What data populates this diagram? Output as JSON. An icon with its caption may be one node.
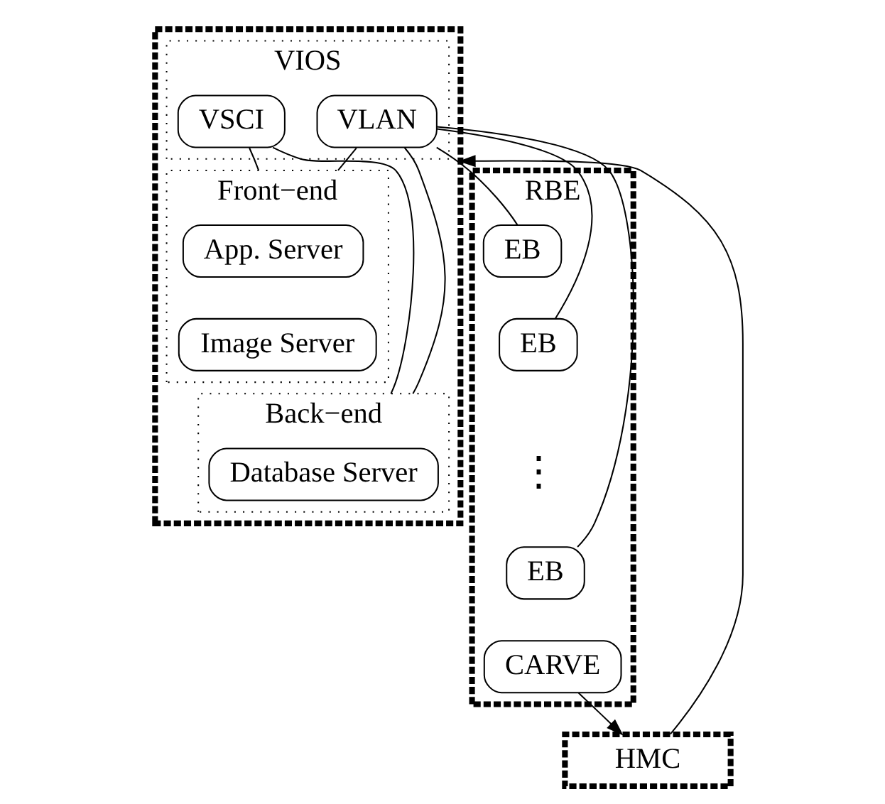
{
  "diagram": {
    "nodes": [
      {
        "text": [],
        "shape": "box"
      },
      {
        "text": [
          "VIOS"
        ],
        "in": 0
      },
      {
        "text": [
          "VSCI"
        ],
        "in": 1
      },
      {
        "text": [
          "VLAN"
        ],
        "in": 1
      },
      {
        "text": [
          "Front−end"
        ],
        "in": 0
      },
      {
        "text": [
          "App. Server"
        ],
        "in": 4
      },
      {
        "text": [
          "Image Server"
        ],
        "in": 4
      },
      {
        "text": [
          "Back−end"
        ],
        "in": 0
      },
      {
        "text": [
          "Database Server"
        ],
        "in": 7
      },
      {
        "text": [
          "RBE"
        ]
      },
      {
        "text": [
          "EB"
        ],
        "in": 9
      },
      {
        "text": [
          "EB"
        ],
        "in": 9
      },
      {
        "text": [
          "EB"
        ],
        "in": 9
      },
      {
        "text": [
          "CARVE"
        ],
        "in": 9
      },
      {
        "text": [
          "HMC"
        ]
      }
    ],
    "edges": [
      {
        "from": 2,
        "to": 4,
        "arrow": "none"
      },
      {
        "from": 2,
        "to": 7,
        "arrow": "none"
      },
      {
        "from": 3,
        "to": 4,
        "arrow": "none"
      },
      {
        "from": 3,
        "to": 7,
        "arrow": "none"
      },
      {
        "from": 3,
        "to": 10,
        "arrow": "none"
      },
      {
        "from": 3,
        "to": 11,
        "arrow": "none"
      },
      {
        "from": 3,
        "to": 12,
        "arrow": "none"
      },
      {
        "from": 13,
        "to": 14,
        "arrow": "to"
      },
      {
        "from": 14,
        "to": 0,
        "arrow": "to"
      }
    ],
    "labels": [
      "⋮"
    ]
  }
}
